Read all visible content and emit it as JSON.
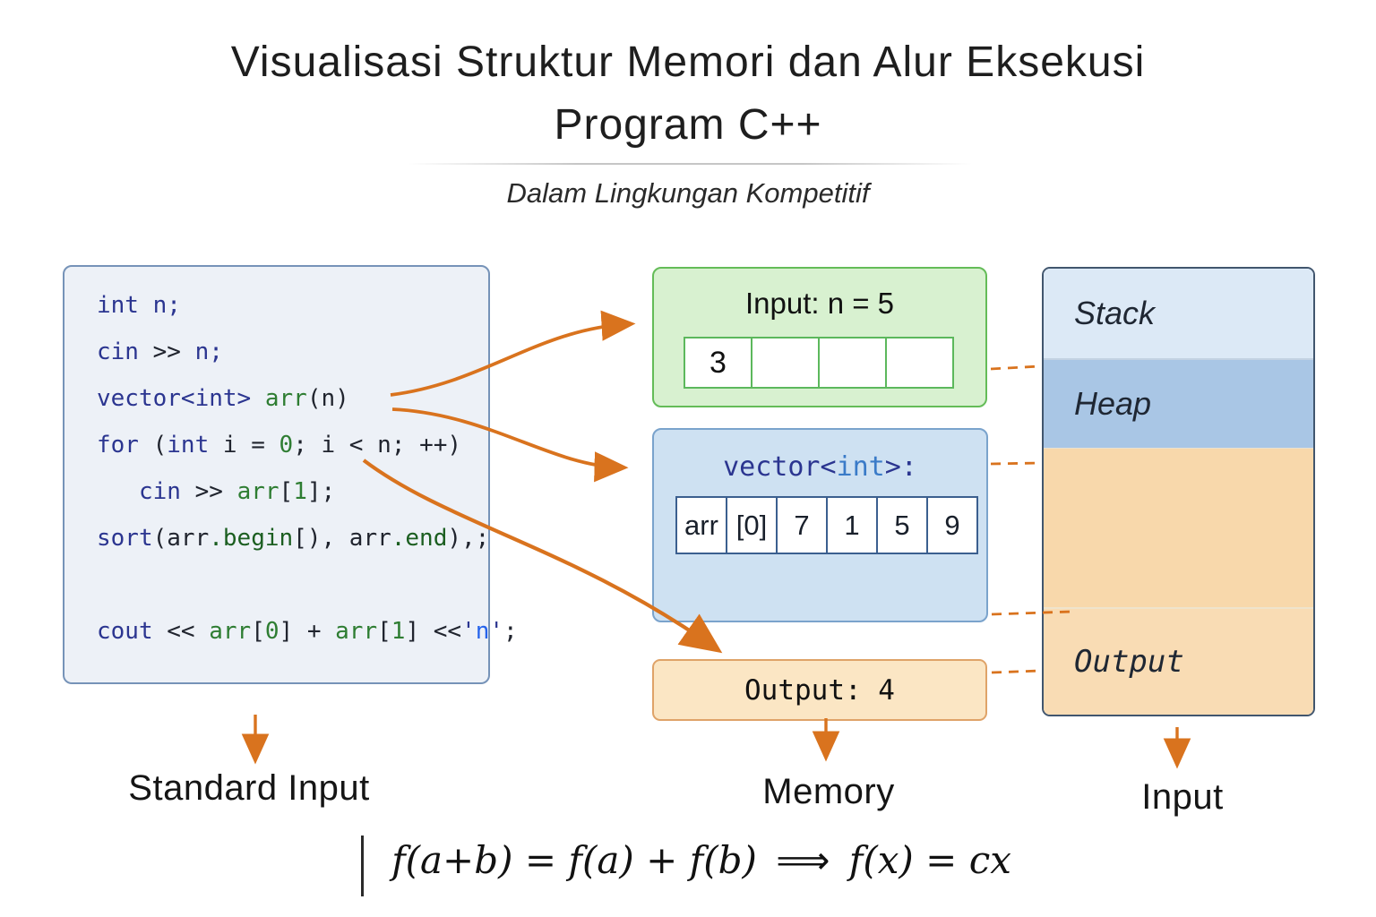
{
  "title": {
    "line1": "Visualisasi Struktur Memori dan Alur Eksekusi",
    "line2": "Program C++",
    "subtitle": "Dalam Lingkungan Kompetitif"
  },
  "code": {
    "lines": [
      {
        "tokens": [
          {
            "t": "int ",
            "c": "kw"
          },
          {
            "t": "n;",
            "c": "kw"
          }
        ]
      },
      {
        "tokens": [
          {
            "t": "cin ",
            "c": "kw"
          },
          {
            "t": ">> ",
            "c": "pl"
          },
          {
            "t": "n;",
            "c": "kw"
          }
        ]
      },
      {
        "tokens": [
          {
            "t": "vector<int>",
            "c": "kw"
          },
          {
            "t": " ",
            "c": "pl"
          },
          {
            "t": "arr",
            "c": "gr"
          },
          {
            "t": "(n)",
            "c": "pl"
          }
        ]
      },
      {
        "tokens": [
          {
            "t": "for ",
            "c": "kw"
          },
          {
            "t": "(",
            "c": "pl"
          },
          {
            "t": "int",
            "c": "kw"
          },
          {
            "t": " i = ",
            "c": "pl"
          },
          {
            "t": "0",
            "c": "gr"
          },
          {
            "t": "; i < n; ++)",
            "c": "pl"
          }
        ]
      },
      {
        "tokens": [
          {
            "t": "   ",
            "c": "pl"
          },
          {
            "t": "cin ",
            "c": "kw"
          },
          {
            "t": ">> ",
            "c": "pl"
          },
          {
            "t": "arr",
            "c": "gr"
          },
          {
            "t": "[",
            "c": "pl"
          },
          {
            "t": "1",
            "c": "gr"
          },
          {
            "t": "];",
            "c": "pl"
          }
        ]
      },
      {
        "tokens": [
          {
            "t": "sort",
            "c": "kw"
          },
          {
            "t": "(arr",
            "c": "pl"
          },
          {
            "t": ".begin",
            "c": "grd"
          },
          {
            "t": "[), arr",
            "c": "pl"
          },
          {
            "t": ".end",
            "c": "grd"
          },
          {
            "t": "),;",
            "c": "pl"
          }
        ]
      },
      {
        "tokens": []
      },
      {
        "tokens": [
          {
            "t": "cout ",
            "c": "kw"
          },
          {
            "t": "<< ",
            "c": "pl"
          },
          {
            "t": "arr",
            "c": "gr"
          },
          {
            "t": "[",
            "c": "pl"
          },
          {
            "t": "0",
            "c": "gr"
          },
          {
            "t": "] + ",
            "c": "pl"
          },
          {
            "t": "arr",
            "c": "gr"
          },
          {
            "t": "[",
            "c": "pl"
          },
          {
            "t": "1",
            "c": "gr"
          },
          {
            "t": "] <<",
            "c": "pl"
          },
          {
            "t": "'",
            "c": "kw"
          },
          {
            "t": "n",
            "c": "lit"
          },
          {
            "t": "'",
            "c": "kw"
          },
          {
            "t": ";",
            "c": "pl"
          }
        ]
      }
    ]
  },
  "input_box": {
    "title": "Input: n = 5",
    "cells": [
      "3",
      "",
      "",
      ""
    ]
  },
  "vector_box": {
    "title_tokens": [
      {
        "t": "vector<",
        "c": "kw"
      },
      {
        "t": "int",
        "c": "int"
      },
      {
        "t": ">:",
        "c": "kw"
      }
    ],
    "cells": [
      "arr",
      "[0]",
      "7",
      "1",
      "5",
      "9"
    ]
  },
  "output_box": {
    "label": "Output: 4"
  },
  "memory": {
    "sections": [
      {
        "label": "Stack"
      },
      {
        "label": "Heap"
      },
      {
        "label": ""
      },
      {
        "label": "Output"
      }
    ]
  },
  "labels": {
    "standard_input": "Standard Input",
    "memory": "Memory",
    "input": "Input"
  },
  "formula": {
    "lhs": "f(a+b) = f(a) + f(b)",
    "arrow": "⟹",
    "rhs": "f(x) = cx"
  },
  "colors": {
    "accent_orange": "#d9731e",
    "green_fill": "#d8f1d0",
    "green_border": "#64bc58",
    "blue_fill": "#cee1f2",
    "blue_border": "#7aa3cc",
    "orange_fill": "#fbe6c4",
    "orange_border": "#dfa368",
    "stack_fill": "#dce9f6",
    "heap_fill": "#a9c6e5",
    "free_fill": "#f8d8ab",
    "output_fill": "#f9dcb4",
    "code_keyword": "#2b3590",
    "code_identifier_green": "#2e7d32",
    "code_literal_blue": "#2563eb"
  }
}
